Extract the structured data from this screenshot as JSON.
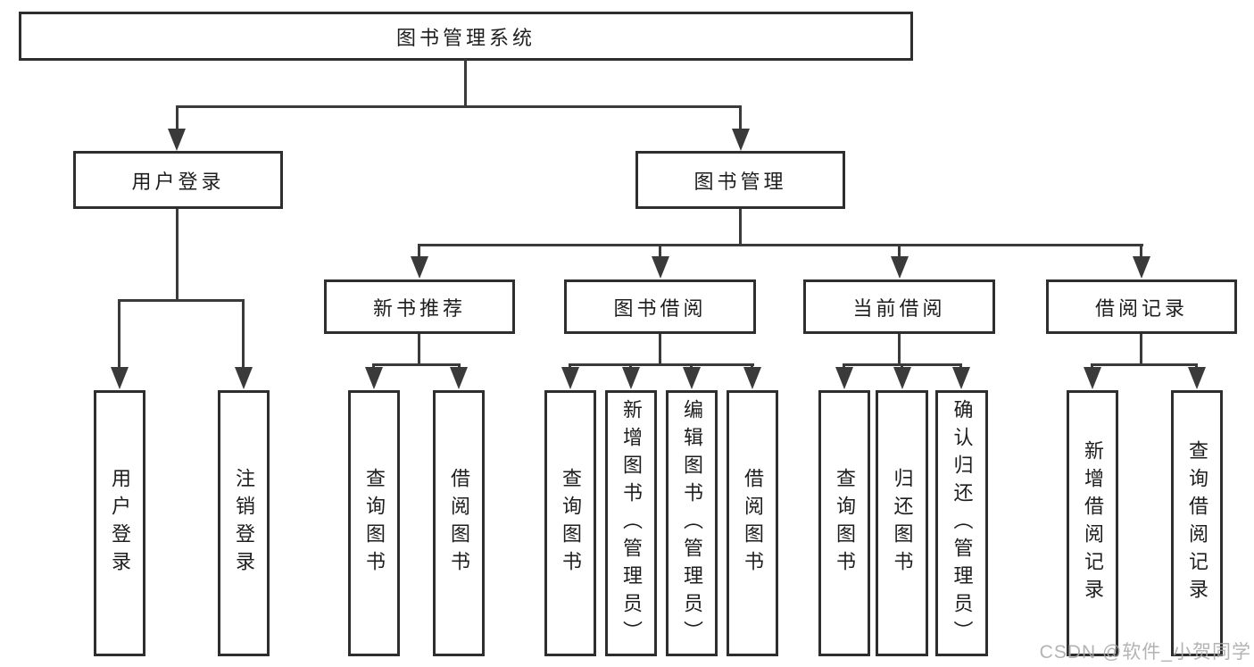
{
  "nodes": {
    "root": {
      "label": "图书管理系统"
    },
    "level2": {
      "user_login": {
        "label": "用户登录"
      },
      "book_mgmt": {
        "label": "图书管理"
      }
    },
    "level3": {
      "new_book_rec": {
        "label": "新书推荐"
      },
      "book_borrow": {
        "label": "图书借阅"
      },
      "current_borrow": {
        "label": "当前借阅"
      },
      "borrow_records": {
        "label": "借阅记录"
      }
    },
    "leaves": {
      "user_login": {
        "login": "用户登录",
        "logout": "注销登录"
      },
      "new_book_rec": {
        "query": "查询图书",
        "borrow": "借阅图书"
      },
      "book_borrow": {
        "query": "查询图书",
        "add": "新增图书（管理员）",
        "edit": "编辑图书（管理员）",
        "borrow": "借阅图书"
      },
      "current_borrow": {
        "query": "查询图书",
        "return": "归还图书",
        "confirm": "确认归还（管理员）"
      },
      "borrow_records": {
        "add": "新增借阅记录",
        "query": "查询借阅记录"
      }
    }
  },
  "watermark": {
    "text": "CSDN @软件_小贺同学"
  },
  "colors": {
    "line": "#3a3a3a",
    "border": "#2e2e2e",
    "text": "#1e1e1e",
    "background": "#ffffff",
    "watermark": "#a9a9a9"
  }
}
